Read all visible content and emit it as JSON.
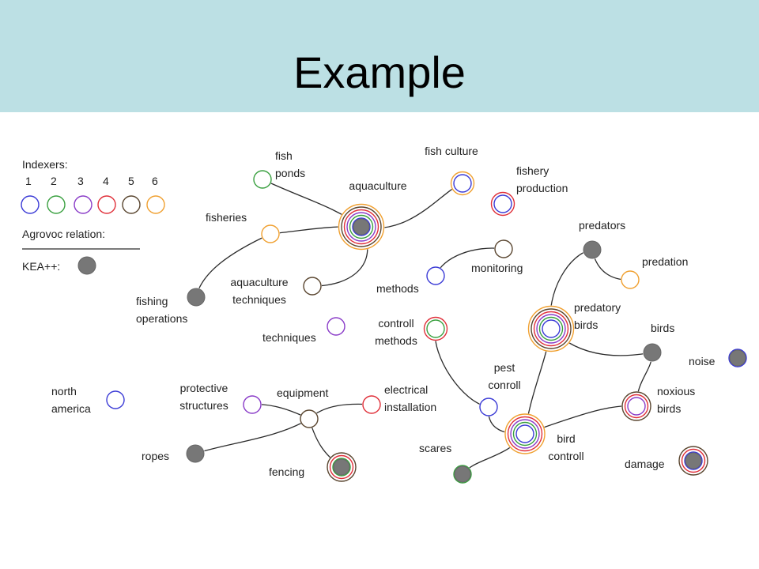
{
  "title": "Example",
  "legend": {
    "indexers_label": "Indexers:",
    "numbers": [
      "1",
      "2",
      "3",
      "4",
      "5",
      "6"
    ],
    "indexer_colors": [
      "#3b3bd6",
      "#3aa040",
      "#8a3cc8",
      "#e0303a",
      "#5a4630",
      "#f0a030"
    ],
    "relation_label": "Agrovoc relation:",
    "kea_label": "KEA++:",
    "kea_color": "#777777"
  },
  "nodes": [
    {
      "id": "fish_ponds",
      "label": [
        "fish",
        "ponds"
      ],
      "rings": [
        1
      ]
    },
    {
      "id": "fish_culture",
      "label": [
        "fish culture"
      ],
      "rings": [
        0,
        5
      ]
    },
    {
      "id": "fishery_production",
      "label": [
        "fishery",
        "production"
      ],
      "rings": [
        0,
        3
      ]
    },
    {
      "id": "aquaculture",
      "label": [
        "aquaculture"
      ],
      "rings": [
        0,
        1,
        2,
        3,
        4,
        5
      ],
      "kea": true
    },
    {
      "id": "fisheries",
      "label": [
        "fisheries"
      ],
      "rings": [
        5
      ]
    },
    {
      "id": "fishing_operations",
      "label": [
        "fishing",
        "operations"
      ],
      "kea": true
    },
    {
      "id": "aquaculture_techniques",
      "label": [
        "aquaculture",
        "techniques"
      ],
      "rings": [
        4
      ]
    },
    {
      "id": "techniques",
      "label": [
        "techniques"
      ],
      "rings": [
        2
      ]
    },
    {
      "id": "monitoring",
      "label": [
        "monitoring"
      ],
      "rings": [
        4
      ]
    },
    {
      "id": "methods",
      "label": [
        "methods"
      ],
      "rings": [
        0
      ]
    },
    {
      "id": "controll_methods",
      "label": [
        "controll",
        "methods"
      ],
      "rings": [
        1,
        3
      ]
    },
    {
      "id": "predators",
      "label": [
        "predators"
      ],
      "kea": true
    },
    {
      "id": "predation",
      "label": [
        "predation"
      ],
      "rings": [
        5
      ]
    },
    {
      "id": "predatory_birds",
      "label": [
        "predatory",
        "birds"
      ],
      "rings": [
        0,
        1,
        2,
        3,
        4,
        5
      ]
    },
    {
      "id": "birds",
      "label": [
        "birds"
      ],
      "kea": true
    },
    {
      "id": "noise",
      "label": [
        "noise"
      ],
      "rings": [
        0
      ],
      "kea": true
    },
    {
      "id": "pest_conroll",
      "label": [
        "pest",
        "conroll"
      ],
      "rings": [
        0
      ]
    },
    {
      "id": "noxious_birds",
      "label": [
        "noxious",
        "birds"
      ],
      "rings": [
        2,
        3,
        4
      ]
    },
    {
      "id": "bird_controll",
      "label": [
        "bird",
        "controll"
      ],
      "rings": [
        0,
        1,
        2,
        3,
        5
      ]
    },
    {
      "id": "scares",
      "label": [
        "scares"
      ],
      "rings": [
        1
      ],
      "kea": true
    },
    {
      "id": "damage",
      "label": [
        "damage"
      ],
      "rings": [
        0,
        3,
        4
      ],
      "kea": true
    },
    {
      "id": "north_america",
      "label": [
        "north",
        "america"
      ],
      "rings": [
        0
      ]
    },
    {
      "id": "protective_structures",
      "label": [
        "protective",
        "structures"
      ],
      "rings": [
        2
      ]
    },
    {
      "id": "equipment",
      "label": [
        "equipment"
      ],
      "rings": [
        4
      ]
    },
    {
      "id": "electrical_installation",
      "label": [
        "electrical",
        "installation"
      ],
      "rings": [
        3
      ]
    },
    {
      "id": "ropes",
      "label": [
        "ropes"
      ],
      "kea": true
    },
    {
      "id": "fencing",
      "label": [
        "fencing"
      ],
      "rings": [
        1,
        3,
        4
      ],
      "kea": true
    }
  ],
  "edges": [
    [
      "fish_ponds",
      "aquaculture"
    ],
    [
      "fish_culture",
      "aquaculture"
    ],
    [
      "fisheries",
      "aquaculture"
    ],
    [
      "aquaculture_techniques",
      "aquaculture"
    ],
    [
      "fisheries",
      "fishing_operations"
    ],
    [
      "monitoring",
      "methods"
    ],
    [
      "controll_methods",
      "pest_conroll"
    ],
    [
      "pest_conroll",
      "bird_controll"
    ],
    [
      "bird_controll",
      "predatory_birds"
    ],
    [
      "bird_controll",
      "scares"
    ],
    [
      "bird_controll",
      "noxious_birds"
    ],
    [
      "predatory_birds",
      "predators"
    ],
    [
      "predators",
      "predation"
    ],
    [
      "predatory_birds",
      "birds"
    ],
    [
      "noxious_birds",
      "birds"
    ],
    [
      "equipment",
      "protective_structures"
    ],
    [
      "equipment",
      "electrical_installation"
    ],
    [
      "equipment",
      "ropes"
    ],
    [
      "equipment",
      "fencing"
    ]
  ]
}
